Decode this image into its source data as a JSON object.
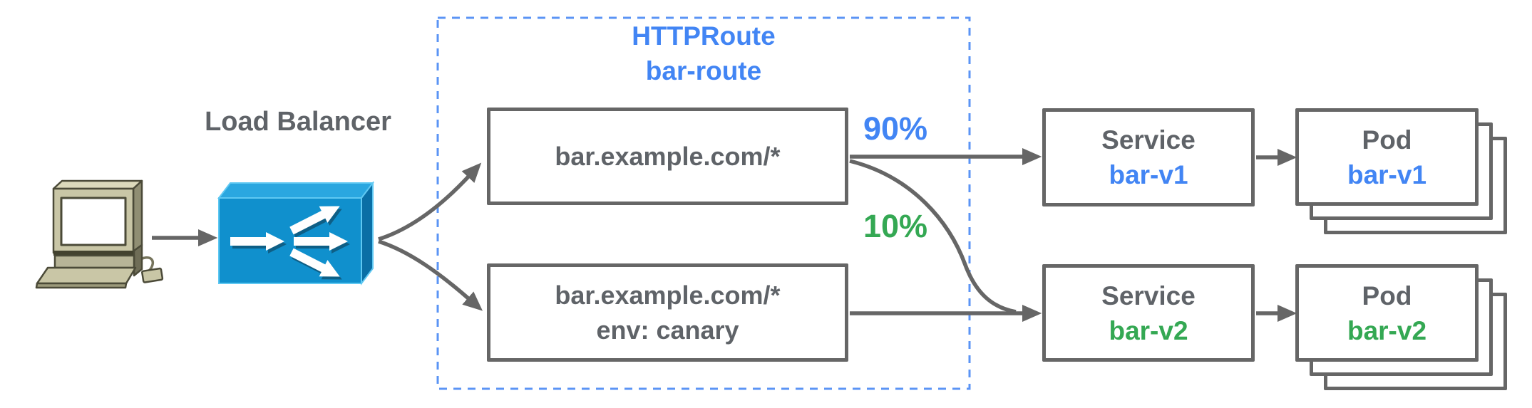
{
  "diagram": {
    "client": {
      "icon": "desktop-computer-icon"
    },
    "load_balancer": {
      "label": "Load Balancer",
      "icon": "load-balancer-icon"
    },
    "httproute": {
      "kind": "HTTPRoute",
      "name": "bar-route",
      "rules": [
        {
          "match": "bar.example.com/*",
          "weight": "90%"
        },
        {
          "match": "bar.example.com/*",
          "header": "env: canary",
          "weight": "10%"
        }
      ]
    },
    "services": [
      {
        "label": "Service",
        "name": "bar-v1"
      },
      {
        "label": "Service",
        "name": "bar-v2"
      }
    ],
    "pods": [
      {
        "label": "Pod",
        "name": "bar-v1"
      },
      {
        "label": "Pod",
        "name": "bar-v2"
      }
    ],
    "colors": {
      "blue_text": "#4285f4",
      "green_text": "#34a853",
      "gray_text": "#5f6368",
      "line_gray": "#666666",
      "dashed_blue": "#5b94f5",
      "lb_front": "#1090cd",
      "lb_top": "#2aa7e0",
      "lb_side": "#0a6fa6",
      "computer_beige": "#c9c6a6"
    }
  }
}
